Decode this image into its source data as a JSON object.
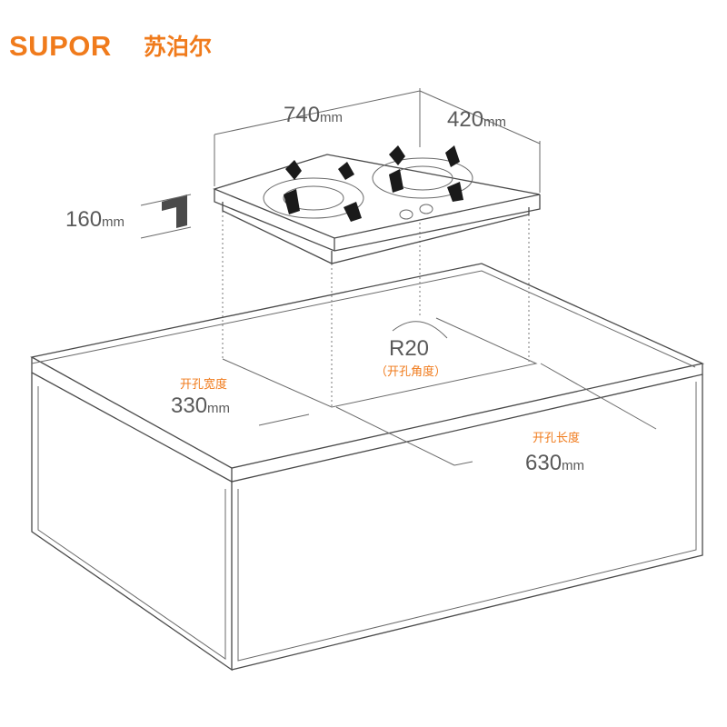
{
  "logo": {
    "brand_en": "SUPOR",
    "brand_cn": "苏泊尔",
    "color": "#f07b1c"
  },
  "dimensions": {
    "length": {
      "value": "740",
      "unit": "mm"
    },
    "depth": {
      "value": "420",
      "unit": "mm"
    },
    "height": {
      "value": "160",
      "unit": "mm"
    },
    "cut_width": {
      "label": "开孔宽度",
      "value": "330",
      "unit": "mm"
    },
    "cut_length": {
      "label": "开孔长度",
      "value": "630",
      "unit": "mm"
    },
    "corner_radius": {
      "value": "R20",
      "label": "（开孔角度）"
    }
  },
  "colors": {
    "accent": "#f07b1c",
    "line": "#4a4a4a",
    "text": "#5a5a5a"
  }
}
